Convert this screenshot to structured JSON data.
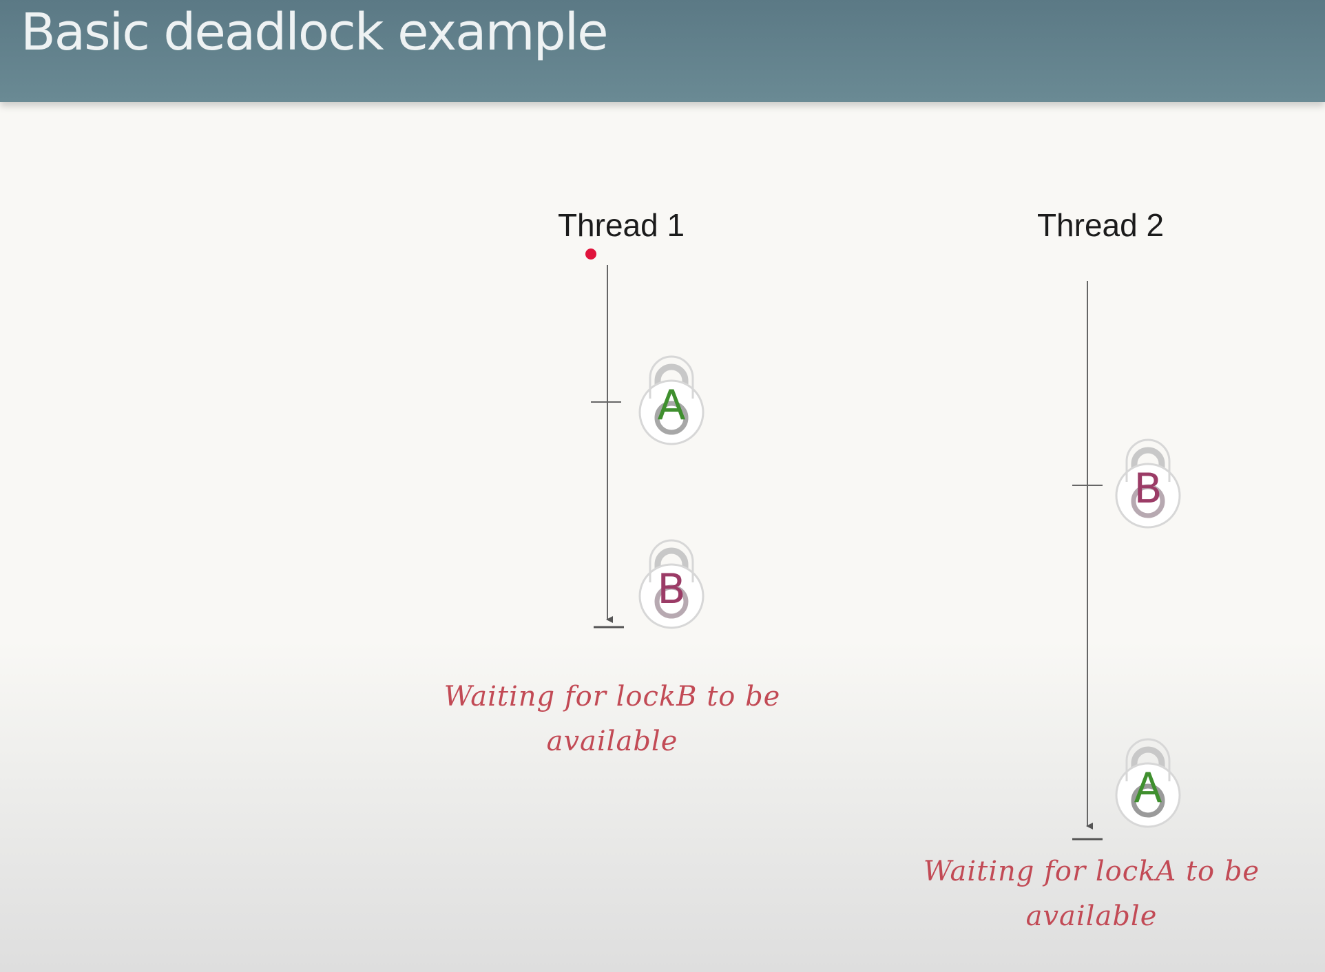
{
  "slide": {
    "title": "Basic deadlock example"
  },
  "colors": {
    "header": "#62808b",
    "lock_a": "#3f8f2e",
    "lock_b": "#9b3b66",
    "note": "#c24a55",
    "pointer": "#e0143c"
  },
  "threads": [
    {
      "label": "Thread 1",
      "locks": [
        {
          "letter": "A",
          "state": "acquired"
        },
        {
          "letter": "B",
          "state": "requested"
        }
      ],
      "note": {
        "line1": "Waiting for lockB to be",
        "line2": "available"
      }
    },
    {
      "label": "Thread 2",
      "locks": [
        {
          "letter": "B",
          "state": "acquired"
        },
        {
          "letter": "A",
          "state": "requested"
        }
      ],
      "note": {
        "line1": "Waiting for lockA to be",
        "line2": "available"
      }
    }
  ]
}
